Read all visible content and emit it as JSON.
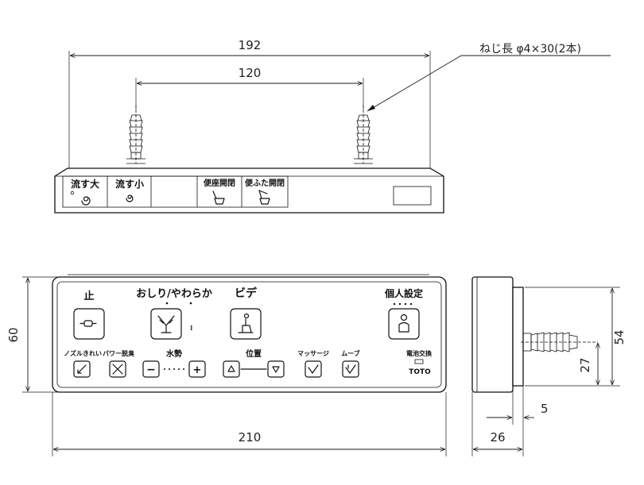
{
  "dimensions": {
    "overall_width_top": "192",
    "screw_pitch": "120",
    "panel_width": "210",
    "panel_height": "60",
    "side_height": "54",
    "side_screw_height": "27",
    "side_depth": "26",
    "side_offset": "5"
  },
  "screw_note": "ねじ長 φ4×30(2本)",
  "top_view_labels": {
    "flush_large": "流す大",
    "flush_small": "流す小",
    "seat_open": "便座開閉",
    "lid_open": "便ふた開閉"
  },
  "front_panel": {
    "stop": "止",
    "oshiri": "おしり/やわらか",
    "bidet": "ビデ",
    "personal": "個人設定",
    "nozzle_clean": "ノズルきれい",
    "power_deodorize": "パワー脱臭",
    "water_pressure": "水勢",
    "position": "位置",
    "massage": "マッサージ",
    "move": "ムーブ",
    "battery": "電池交換",
    "brand": "TOTO",
    "minus": "−",
    "plus": "+"
  }
}
